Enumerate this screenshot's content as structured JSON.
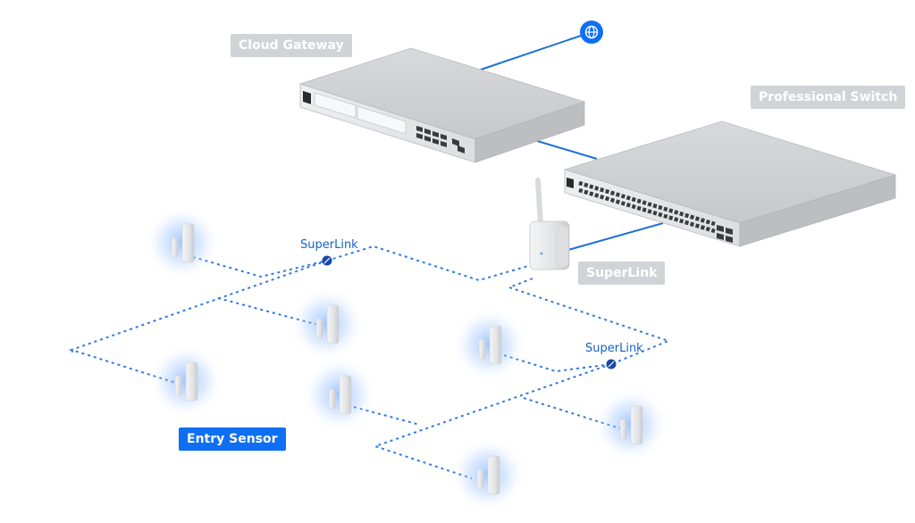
{
  "labels": {
    "cloud_gateway": "Cloud Gateway",
    "professional_switch": "Professional Switch",
    "superlink_device": "SuperLink",
    "superlink_node_1": "SuperLink",
    "superlink_node_2": "SuperLink",
    "entry_sensor": "Entry Sensor"
  },
  "icons": {
    "internet": "globe-icon"
  },
  "colors": {
    "link_line": "#1f6fd8",
    "dotted_mesh": "#2f7ae0",
    "label_gray": "#d1d3d6",
    "label_blue": "#0f6ff2",
    "sensor_glow": "#7fb2ff",
    "node_dot": "#1848a8"
  }
}
